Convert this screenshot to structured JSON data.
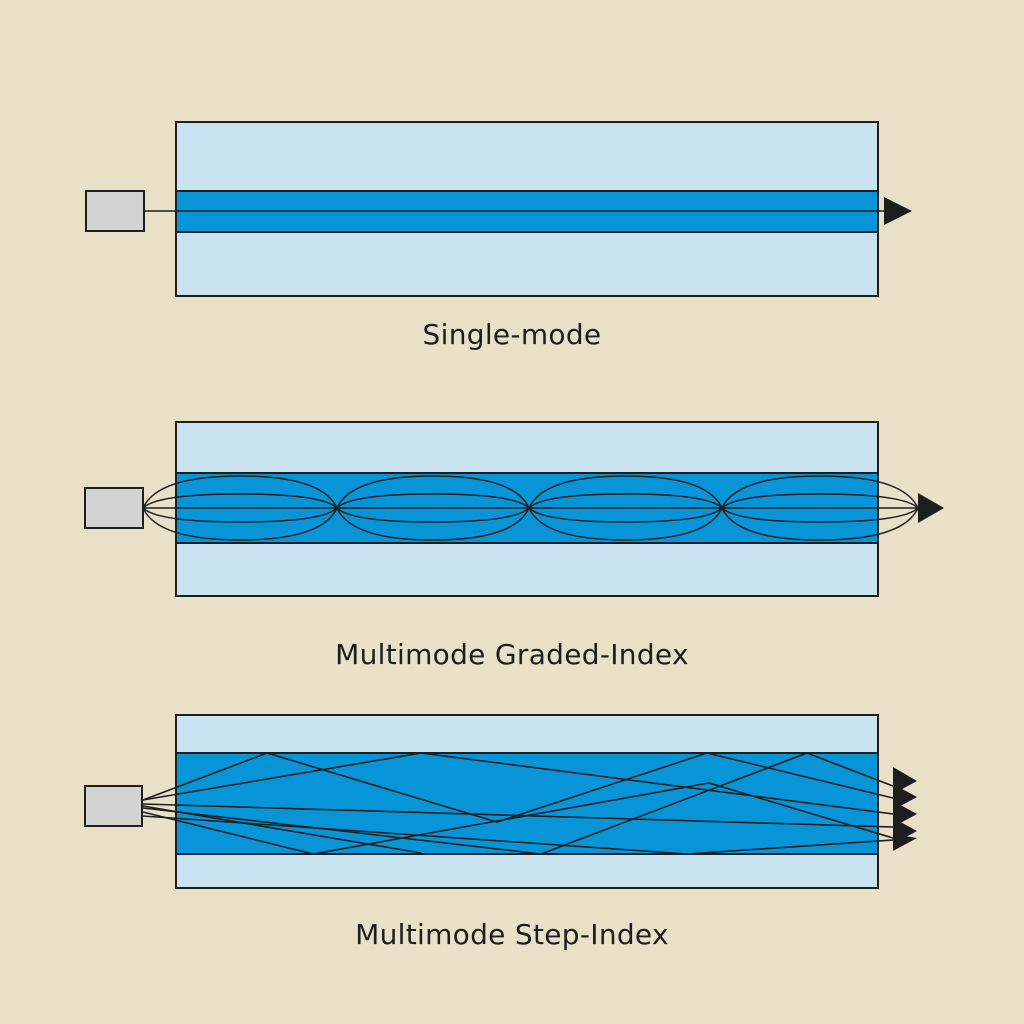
{
  "colors": {
    "background": "#e9e0c8",
    "cladding": "#c9e4f0",
    "core": "#0895d8",
    "source": "#d3d3d3",
    "line": "#1e1e1e"
  },
  "panels": {
    "single_mode": {
      "label": "Single-mode"
    },
    "graded_index": {
      "label": "Multimode Graded-Index"
    },
    "step_index": {
      "label": "Multimode Step-Index"
    }
  },
  "icons": {
    "source": "light-source-box",
    "output": "arrowhead"
  }
}
